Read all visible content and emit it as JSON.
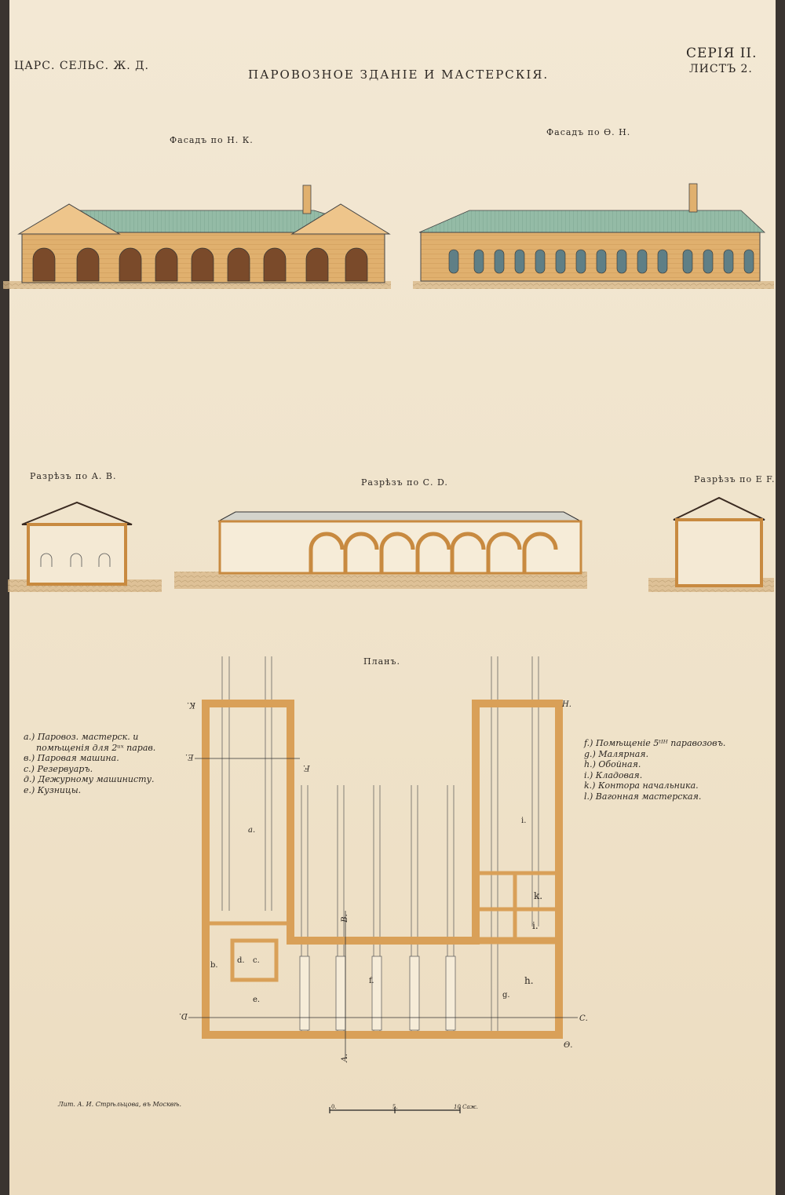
{
  "header": {
    "railway": "ЦАРС. СЕЛЬС. Ж. Д.",
    "title": "ПАРОВОЗНОЕ ЗДАНІЕ И МАСТЕРСКІЯ.",
    "series": "СЕРІЯ II.",
    "sheet": "ЛИСТЪ 2."
  },
  "captions": {
    "facade_hk": "Фасадъ по Н. К.",
    "facade_gn": "Фасадъ по Ѳ. Н.",
    "section_ab": "Разрѣзъ по А. В.",
    "section_cd": "Разрѣзъ по С. D.",
    "section_ef": "Разрѣзъ по Е F.",
    "plan": "Планъ."
  },
  "legend_left": [
    "a.) Паровоз. мастерск. и",
    "помѣщенія для 2ᵘˣ парав.",
    "в.) Паровая машина.",
    "c.) Резервуаръ.",
    "д.) Дежурному машинисту.",
    "e.) Кузницы."
  ],
  "legend_right": [
    "f.) Помѣщеніе 5ᵗᴵᴴ паравозовъ.",
    "g.) Малярная.",
    "h.) Обойная.",
    "i.) Кладовая.",
    "k.) Контора начальника.",
    "l.) Вагонная мастерская."
  ],
  "plan_labels": {
    "corner_k": "К.",
    "corner_h": "Н.",
    "corner_g": "Ѳ.",
    "mark_e_left": "Е.",
    "mark_f_right": "F.",
    "mark_d": "D.",
    "mark_c": "С.",
    "mark_a": "А.",
    "mark_b": "В.",
    "room_a": "a.",
    "room_b": "b.",
    "room_c": "c.",
    "room_d": "d.",
    "room_e": "e.",
    "room_f": "f.",
    "room_g": "g.",
    "room_h": "h.",
    "room_i_top": "i.",
    "room_k": "k.",
    "room_i": "i."
  },
  "footer": {
    "lithographer": "Лит. А. И. Стрѣльцова, въ Москвѣ.",
    "scale_0": "0.",
    "scale_5": "5.",
    "scale_10": "10 Саж."
  },
  "colors": {
    "paper": "#f1e6d0",
    "masonry": "#e0a75c",
    "roof": "#8fb8a2",
    "ink": "#2b2622"
  }
}
